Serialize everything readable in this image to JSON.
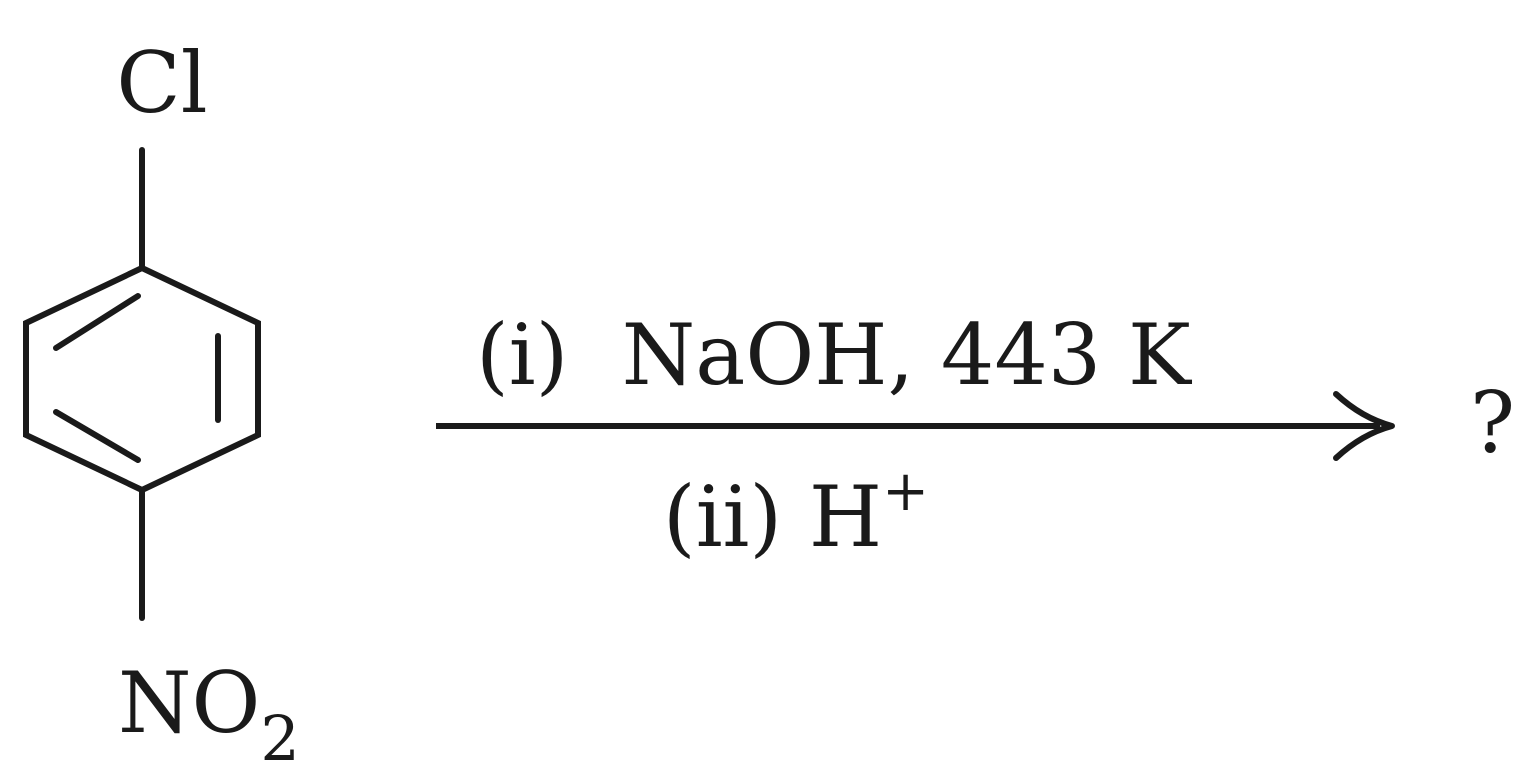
{
  "reactant": {
    "top_substituent": "Cl",
    "bottom_substituent_main": "NO",
    "bottom_substituent_subscript": "2"
  },
  "reagents": {
    "step1": "(i)  NaOH, 443 K",
    "step2_main": "(ii) H",
    "step2_superscript": "+"
  },
  "product": "?"
}
